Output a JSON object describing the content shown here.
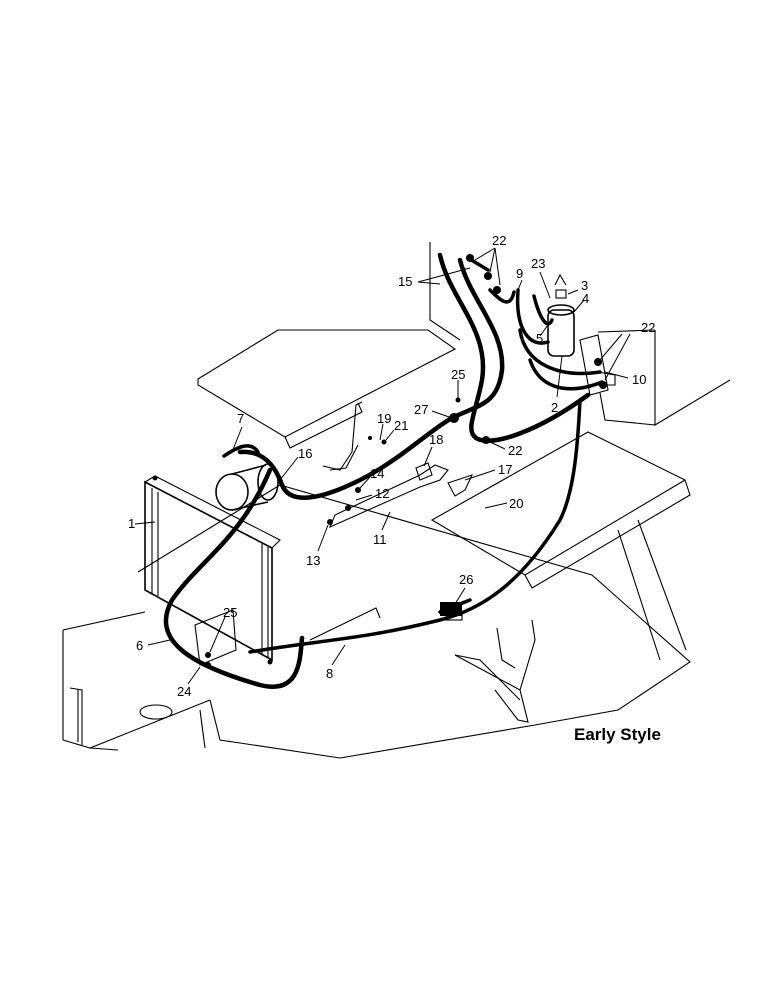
{
  "caption": "Early Style",
  "callouts": [
    {
      "id": "1",
      "label": "1"
    },
    {
      "id": "2",
      "label": "2"
    },
    {
      "id": "3",
      "label": "3"
    },
    {
      "id": "4",
      "label": "4"
    },
    {
      "id": "5",
      "label": "5"
    },
    {
      "id": "6",
      "label": "6"
    },
    {
      "id": "7",
      "label": "7"
    },
    {
      "id": "8",
      "label": "8"
    },
    {
      "id": "9",
      "label": "9"
    },
    {
      "id": "10",
      "label": "10"
    },
    {
      "id": "11",
      "label": "11"
    },
    {
      "id": "12",
      "label": "12"
    },
    {
      "id": "13",
      "label": "13"
    },
    {
      "id": "14",
      "label": "14"
    },
    {
      "id": "15",
      "label": "15"
    },
    {
      "id": "16",
      "label": "16"
    },
    {
      "id": "17",
      "label": "17"
    },
    {
      "id": "18",
      "label": "18"
    },
    {
      "id": "19",
      "label": "19"
    },
    {
      "id": "20",
      "label": "20"
    },
    {
      "id": "21",
      "label": "21"
    },
    {
      "id": "22a",
      "label": "22"
    },
    {
      "id": "22b",
      "label": "22"
    },
    {
      "id": "22c",
      "label": "22"
    },
    {
      "id": "23",
      "label": "23"
    },
    {
      "id": "24",
      "label": "24"
    },
    {
      "id": "25a",
      "label": "25"
    },
    {
      "id": "25b",
      "label": "25"
    },
    {
      "id": "26",
      "label": "26"
    },
    {
      "id": "27",
      "label": "27"
    }
  ]
}
